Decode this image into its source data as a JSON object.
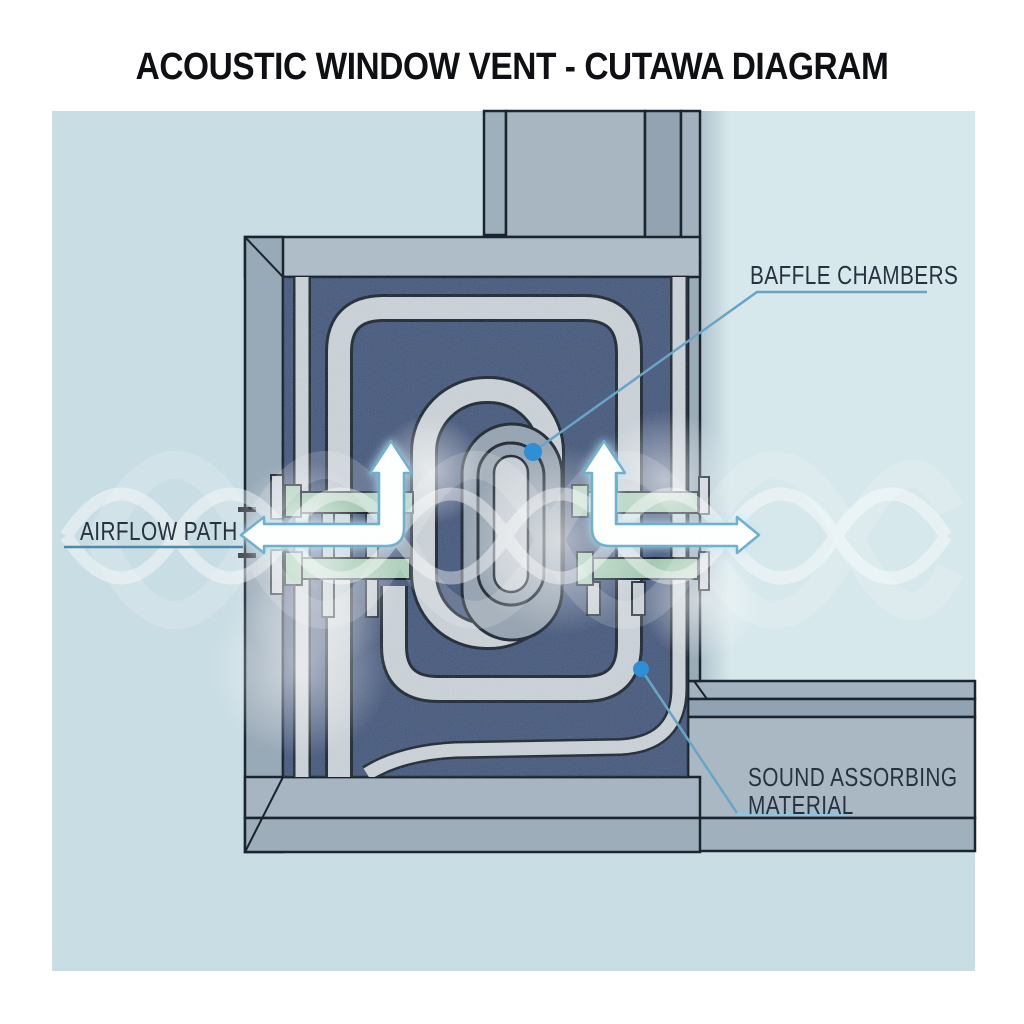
{
  "title": "ACOUSTIC WINDOW VENT - CUTAWA DIAGRAM",
  "labels": {
    "baffle_chambers": "BAFFLE CHAMBERS",
    "airflow_path": "AIRFLOW PATH",
    "sound_absorbing_line1": "SOUND ASSORBING",
    "sound_absorbing_line2": "MATERIAL"
  },
  "icons": {
    "airflow_arrow_left": "L-shaped white arrow (up + out left)",
    "airflow_arrow_right": "L-shaped white arrow (up + out right)",
    "sound_wave": "translucent crossing sine ribbons",
    "callout_dot": "blue marker dot"
  },
  "colors": {
    "title_text": "#0e1013",
    "label_text": "#26323f",
    "panel_background": "#c9dde4",
    "glass": "#d7e8ec",
    "frame_gray": "#a8b6c2",
    "absorber_blue": "#46597d",
    "baffle_gray": "#cbd3d9",
    "slat_green": "#a3c9b2",
    "arrow_fill": "#ffffff",
    "arrow_outline": "#6fb0cc",
    "leader_line": "#69a4c7",
    "callout_dot": "#2f8fd4"
  }
}
